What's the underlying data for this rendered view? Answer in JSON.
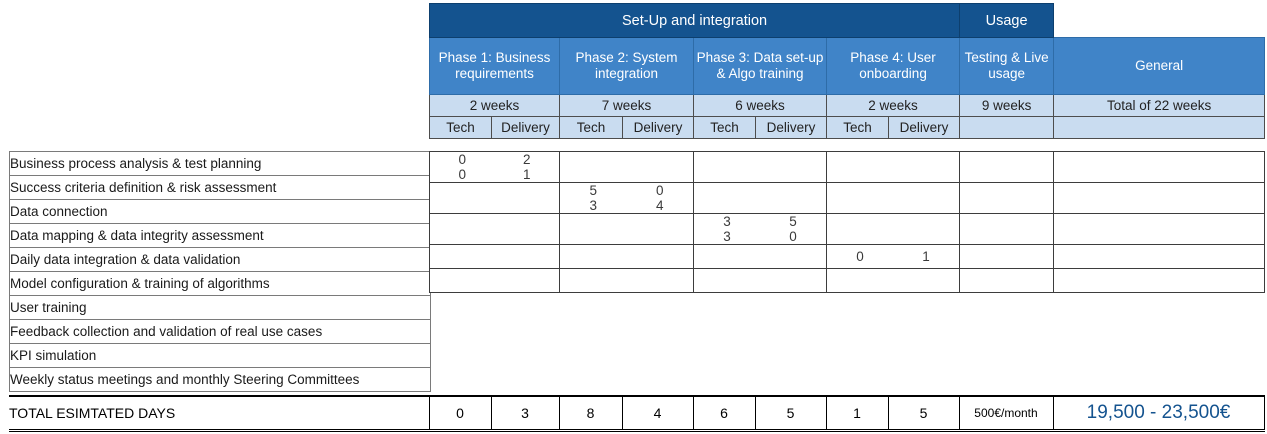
{
  "header": {
    "groups": [
      {
        "label": "Set-Up and integration",
        "span": 8
      },
      {
        "label": "Usage",
        "span": 1
      },
      {
        "label": "",
        "span": 1
      }
    ],
    "phases": [
      {
        "label": "Phase 1: Business requirements",
        "weeks": "2 weeks",
        "sub": [
          "Tech",
          "Delivery"
        ]
      },
      {
        "label": "Phase 2: System integration",
        "weeks": "7 weeks",
        "sub": [
          "Tech",
          "Delivery"
        ]
      },
      {
        "label": "Phase 3: Data set-up & Algo training",
        "weeks": "6 weeks",
        "sub": [
          "Tech",
          "Delivery"
        ]
      },
      {
        "label": "Phase 4: User onboarding",
        "weeks": "2 weeks",
        "sub": [
          "Tech",
          "Delivery"
        ]
      },
      {
        "label": "Testing & Live usage",
        "weeks": "9 weeks",
        "sub": [
          ""
        ]
      },
      {
        "label": "General",
        "weeks": "Total of 22 weeks",
        "sub": [
          ""
        ]
      }
    ]
  },
  "rows": [
    {
      "task": "Business process analysis & test planning",
      "p1": [
        "0",
        "2"
      ],
      "p2": [
        "",
        ""
      ],
      "p3": [
        "",
        ""
      ],
      "p4": [
        "",
        ""
      ],
      "usage": "",
      "general": ""
    },
    {
      "task": "Success criteria definition & risk assessment",
      "p1": [
        "0",
        "1"
      ],
      "p2": [
        "",
        ""
      ],
      "p3": [
        "",
        ""
      ],
      "p4": [
        "",
        ""
      ],
      "usage": "",
      "general": ""
    },
    {
      "task": "Data connection",
      "p1": [
        "",
        ""
      ],
      "p2": [
        "5",
        "0"
      ],
      "p3": [
        "",
        ""
      ],
      "p4": [
        "",
        ""
      ],
      "usage": "",
      "general": ""
    },
    {
      "task": "Data mapping & data integrity assessment",
      "p1": [
        "",
        ""
      ],
      "p2": [
        "3",
        "4"
      ],
      "p3": [
        "",
        ""
      ],
      "p4": [
        "",
        ""
      ],
      "usage": "",
      "general": ""
    },
    {
      "task": "Daily data integration & data validation",
      "p1": [
        "",
        ""
      ],
      "p2": [
        "",
        ""
      ],
      "p3": [
        "3",
        "5"
      ],
      "p4": [
        "",
        ""
      ],
      "usage": "",
      "general": ""
    },
    {
      "task": "Model configuration & training of algorithms",
      "p1": [
        "",
        ""
      ],
      "p2": [
        "",
        ""
      ],
      "p3": [
        "3",
        "0"
      ],
      "p4": [
        "",
        ""
      ],
      "usage": "",
      "general": ""
    },
    {
      "task": "User training",
      "p1": [
        "",
        ""
      ],
      "p2": [
        "",
        ""
      ],
      "p3": [
        "",
        ""
      ],
      "p4": [
        "0",
        "1"
      ],
      "usage": "",
      "general": ""
    },
    {
      "task": "Feedback collection and validation of real use cases",
      "p1": [
        "",
        ""
      ],
      "p2": [
        "",
        ""
      ],
      "p3": [
        "",
        ""
      ],
      "p4": [
        "",
        ""
      ],
      "usage": "",
      "general": ""
    },
    {
      "task": "KPI simulation",
      "p1": [
        "",
        ""
      ],
      "p2": [
        "",
        ""
      ],
      "p3": [
        "",
        ""
      ],
      "p4": [
        "",
        ""
      ],
      "usage": "",
      "general": ""
    },
    {
      "task": "Weekly status meetings and monthly Steering Committees",
      "p1": [
        "",
        ""
      ],
      "p2": [
        "",
        ""
      ],
      "p3": [
        "",
        ""
      ],
      "p4": [
        "",
        ""
      ],
      "usage": "",
      "general": ""
    }
  ],
  "total": {
    "label": "TOTAL ESIMTATED DAYS",
    "values": [
      "0",
      "3",
      "8",
      "4",
      "6",
      "5",
      "1",
      "5"
    ],
    "usage": "500€/month",
    "general": "19,500 - 23,500€"
  },
  "colors": {
    "group_header": "#14538F",
    "phase_header": "#4084C8",
    "light_band": "#C9DCF0",
    "accent_text": "#14538F"
  }
}
